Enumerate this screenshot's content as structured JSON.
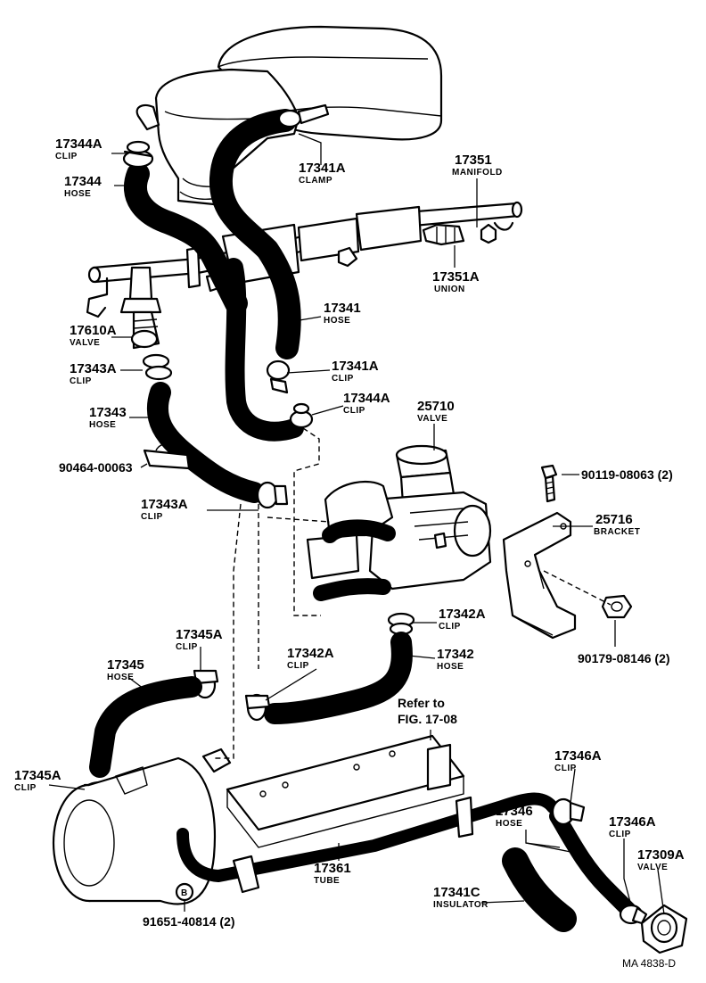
{
  "labels": {
    "p17344A": {
      "num": "17344A",
      "name": "CLIP"
    },
    "p17344": {
      "num": "17344",
      "name": "HOSE"
    },
    "p17341A_clamp": {
      "num": "17341A",
      "name": "CLAMP"
    },
    "p17351": {
      "num": "17351",
      "name": "MANIFOLD"
    },
    "p17351A": {
      "num": "17351A",
      "name": "UNION"
    },
    "p17341": {
      "num": "17341",
      "name": "HOSE"
    },
    "p17610A": {
      "num": "17610A",
      "name": "VALVE"
    },
    "p17343A_top": {
      "num": "17343A",
      "name": "CLIP"
    },
    "p17341A_clip": {
      "num": "17341A",
      "name": "CLIP"
    },
    "p17344A_mid": {
      "num": "17344A",
      "name": "CLIP"
    },
    "p25710": {
      "num": "25710",
      "name": "VALVE"
    },
    "p17343": {
      "num": "17343",
      "name": "HOSE"
    },
    "p90464": {
      "num": "90464-00063"
    },
    "p90119": {
      "num": "90119-08063 (2)"
    },
    "p17343A_bot": {
      "num": "17343A",
      "name": "CLIP"
    },
    "p25716": {
      "num": "25716",
      "name": "BRACKET"
    },
    "p17342A_right": {
      "num": "17342A",
      "name": "CLIP"
    },
    "p17342": {
      "num": "17342",
      "name": "HOSE"
    },
    "p17345A_top": {
      "num": "17345A",
      "name": "CLIP"
    },
    "p17342A_left": {
      "num": "17342A",
      "name": "CLIP"
    },
    "p90179": {
      "num": "90179-08146 (2)"
    },
    "p17345": {
      "num": "17345",
      "name": "HOSE"
    },
    "p17345A_bot": {
      "num": "17345A",
      "name": "CLIP"
    },
    "p17346A_top": {
      "num": "17346A",
      "name": "CLIP"
    },
    "p17346": {
      "num": "17346",
      "name": "HOSE"
    },
    "p17346A_right": {
      "num": "17346A",
      "name": "CLIP"
    },
    "p17309A": {
      "num": "17309A",
      "name": "VALVE"
    },
    "p17341C": {
      "num": "17341C",
      "name": "INSULATOR"
    },
    "p17361": {
      "num": "17361",
      "name": "TUBE"
    },
    "p91651": {
      "num": "91651-40814 (2)"
    }
  },
  "refer": {
    "line1": "Refer to",
    "line2": "FIG. 17-08"
  },
  "callout_letter": "B",
  "figure_code": "MA  4838-D"
}
